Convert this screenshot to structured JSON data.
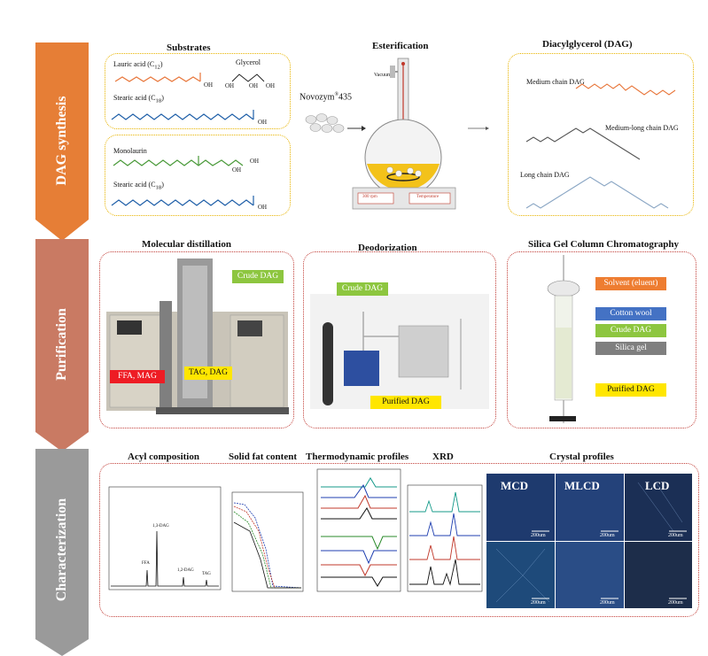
{
  "stages": {
    "synthesis": {
      "label": "DAG synthesis",
      "color": "#e67e36"
    },
    "purification": {
      "label": "Purification",
      "color": "#c97a63"
    },
    "characterization": {
      "label": "Characterization",
      "color": "#9a9a9a"
    }
  },
  "synthesis": {
    "substrates_title": "Substrates",
    "lauric_acid": "Lauric acid (C",
    "lauric_sub": "12",
    "glycerol": "Glycerol",
    "stearic_acid_1": "Stearic acid (C",
    "stearic_sub_1": "18",
    "monolaurin": "Monolaurin",
    "stearic_acid_2": "Stearic acid (C",
    "stearic_sub_2": "18",
    "oh": "OH",
    "enzyme": "Novozym",
    "enzyme_sup": "®",
    "enzyme_num": "435",
    "esterification_title": "Esterification",
    "vacuum": "Vacuum",
    "rpm": "300 rpm",
    "temperature": "Temperature",
    "dag_title": "Diacylglycerol (DAG)",
    "medium_chain": "Medium chain DAG",
    "medium_long_chain": "Medium-long chain DAG",
    "long_chain": "Long chain DAG"
  },
  "purification": {
    "molecular_distillation_title": "Molecular distillation",
    "crude_dag_1": "Crude DAG",
    "ffa_mag": "FFA, MAG",
    "tag_dag": "TAG, DAG",
    "deodorization_title": "Deodorization",
    "crude_dag_2": "Crude DAG",
    "purified_dag_1": "Purified DAG",
    "silica_title": "Silica Gel Column Chromatography",
    "solvent": "Solvent (eluent)",
    "cotton_wool": "Cotton wool",
    "crude_dag_3": "Crude DAG",
    "silica_gel": "Silica gel",
    "purified_dag_2": "Purified DAG"
  },
  "characterization": {
    "acyl_title": "Acyl composition",
    "sfc_title": "Solid fat content",
    "thermo_title": "Thermodynamic profiles",
    "xrd_title": "XRD",
    "crystal_title": "Crystal profiles",
    "mcd": "MCD",
    "mlcd": "MLCD",
    "lcd": "LCD",
    "scale": "200um",
    "peak_ffa": "FFA",
    "peak_1_3": "1,3-DAG",
    "peak_1_2": "1,2-DAG",
    "peak_tag": "TAG"
  },
  "colors": {
    "lauric_chain": "#e8763a",
    "stearic_chain": "#1f5fa8",
    "monolaurin_chain": "#4a9a3a",
    "yellow_border": "#e8b400",
    "red_border": "#c2403a",
    "green_tag": "#8dc63f",
    "red_tag": "#ee1c24",
    "yellow_tag": "#ffe600",
    "orange_tag": "#ee7d31",
    "blue_tag": "#4472c4",
    "gray_tag": "#7f7f7f",
    "crystal_bg": "#1e3a6e"
  }
}
